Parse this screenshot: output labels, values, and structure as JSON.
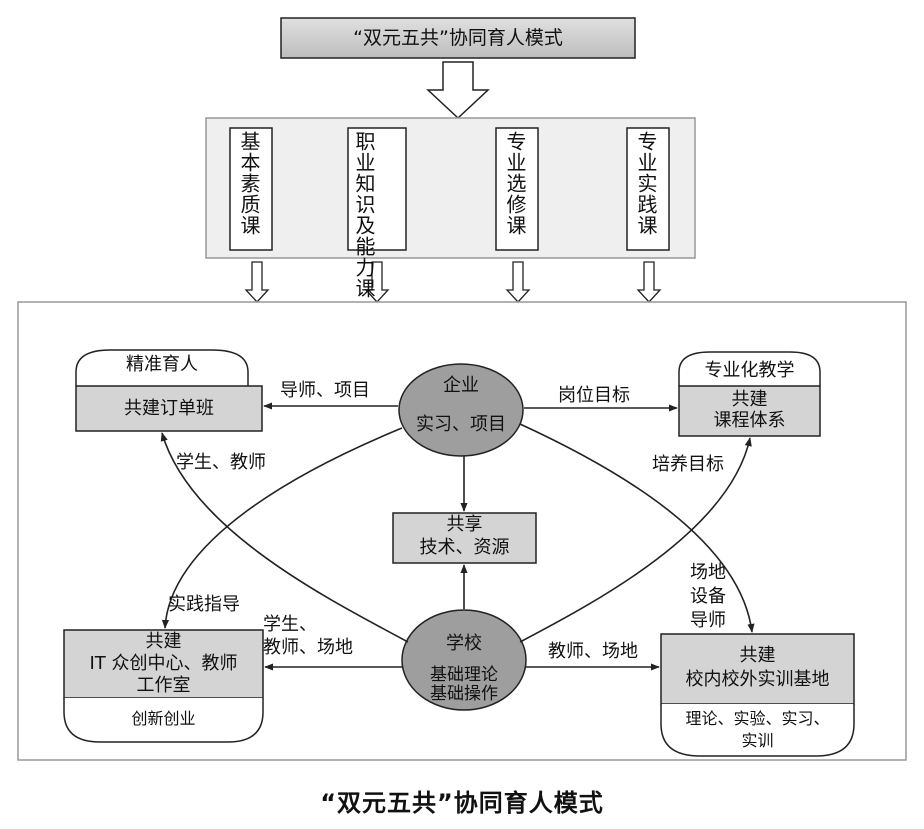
{
  "top_title": "“双元五共”协同育人模式",
  "courses": [
    "基本素质课",
    "职业知识及能力课",
    "专业选修课",
    "专业实践课"
  ],
  "enterprise": {
    "name": "企业",
    "sub": "实习、项目"
  },
  "school": {
    "name": "学校",
    "sub_line1": "基础理论",
    "sub_line2": "基础操作"
  },
  "share": {
    "line1": "共享",
    "line2": "技术、资源"
  },
  "order_class": {
    "banner": "精准育人",
    "box": "共建订单班"
  },
  "curriculum": {
    "banner": "专业化教学",
    "line1": "共建",
    "line2": "课程体系"
  },
  "studio": {
    "line1": "共建",
    "line2": "IT 众创中心、教师",
    "line3": "工作室",
    "footer": "创新创业"
  },
  "training_base": {
    "line1": "共建",
    "line2": "校内校外实训基地",
    "footer_line1": "理论、实验、实习、",
    "footer_line2": "实训"
  },
  "arrow_labels": {
    "mentor_project": "导师、项目",
    "post_goal": "岗位目标",
    "students_teachers": "学生、教师",
    "cultivation_goal": "培养目标",
    "practice_guidance": "实践指导",
    "site_line1": "场地",
    "site_line2": "设备",
    "site_line3": "导师",
    "stu_teach_site_line1": "学生、",
    "stu_teach_site_line2": "教师、场地",
    "teacher_site": "教师、场地"
  },
  "caption": "“双元五共”协同育人模式",
  "colors": {
    "box_fill": "#d4d4d4",
    "panel_fill": "#efefef",
    "ellipse_fill": "#9e9e9e",
    "stroke": "#222222"
  }
}
